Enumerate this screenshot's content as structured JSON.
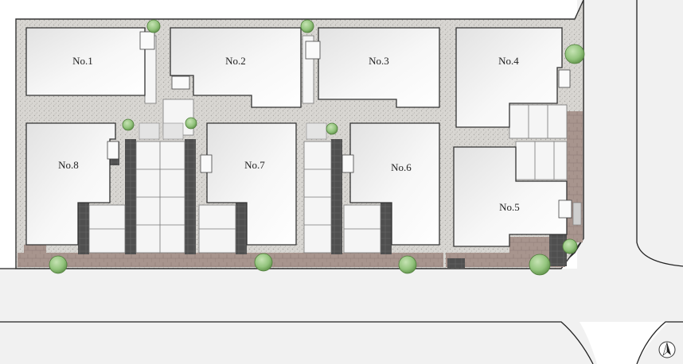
{
  "lots": [
    {
      "id": "no1",
      "label": "No.1"
    },
    {
      "id": "no2",
      "label": "No.2"
    },
    {
      "id": "no3",
      "label": "No.3"
    },
    {
      "id": "no4",
      "label": "No.4"
    },
    {
      "id": "no5",
      "label": "No.5"
    },
    {
      "id": "no6",
      "label": "No.6"
    },
    {
      "id": "no7",
      "label": "No.7"
    },
    {
      "id": "no8",
      "label": "No.8"
    }
  ],
  "colors": {
    "house": "#efefef",
    "gravel": "#d6d4d0",
    "driveway": "#f4f4f4",
    "brick": "#a8958e",
    "dark_paving": "#505050",
    "road": "#f0f0f0",
    "tree": "#93c47d",
    "tree_dark": "#5d8f47"
  },
  "icons": {
    "north": "north-arrow-icon",
    "tree": "tree-icon"
  }
}
